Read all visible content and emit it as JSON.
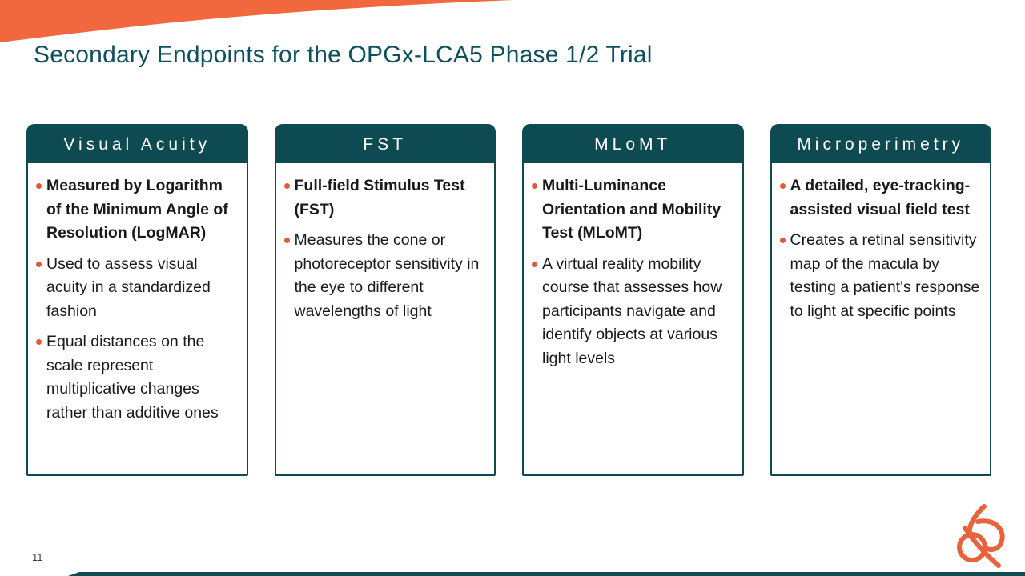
{
  "slide": {
    "title": "Secondary Endpoints for the OPGx-LCA5 Phase 1/2 Trial",
    "page_number": "11"
  },
  "colors": {
    "teal": "#0e4a52",
    "title_teal": "#0f505d",
    "swoosh_orange": "#f2683e",
    "logo_orange": "#e8623b",
    "bullet_orange": "#e05a3a",
    "body_text": "#1a1a1a"
  },
  "icons": {
    "corner_swoosh": "orange-corner-swoosh",
    "logo": "orange-swirl-eye-logo",
    "bullet": "orange-dot-bullet"
  },
  "cards": [
    {
      "header": "Visual Acuity",
      "bullets": [
        {
          "text": "Measured by Logarithm of the Minimum Angle of Resolution (LogMAR)",
          "bold": true
        },
        {
          "text": "Used to assess visual acuity in a standardized fashion",
          "bold": false
        },
        {
          "text": "Equal distances on the scale represent multiplicative changes rather than additive ones",
          "bold": false
        }
      ]
    },
    {
      "header": "FST",
      "bullets": [
        {
          "text": "Full-field Stimulus Test (FST)",
          "bold": true
        },
        {
          "text": "Measures the cone or photoreceptor sensitivity in the eye to different wavelengths of light",
          "bold": false
        }
      ]
    },
    {
      "header": "MLoMT",
      "bullets": [
        {
          "text": "Multi-Luminance Orientation and Mobility Test (MLoMT)",
          "bold": true
        },
        {
          "text": "A virtual reality mobility course that assesses how participants navigate and identify objects at various light levels",
          "bold": false
        }
      ]
    },
    {
      "header": "Microperimetry",
      "bullets": [
        {
          "text": "A detailed, eye-tracking-assisted visual field test",
          "bold": true
        },
        {
          "text": "Creates a retinal sensitivity map of the macula by testing a patient's response to light at specific points",
          "bold": false
        }
      ]
    }
  ]
}
